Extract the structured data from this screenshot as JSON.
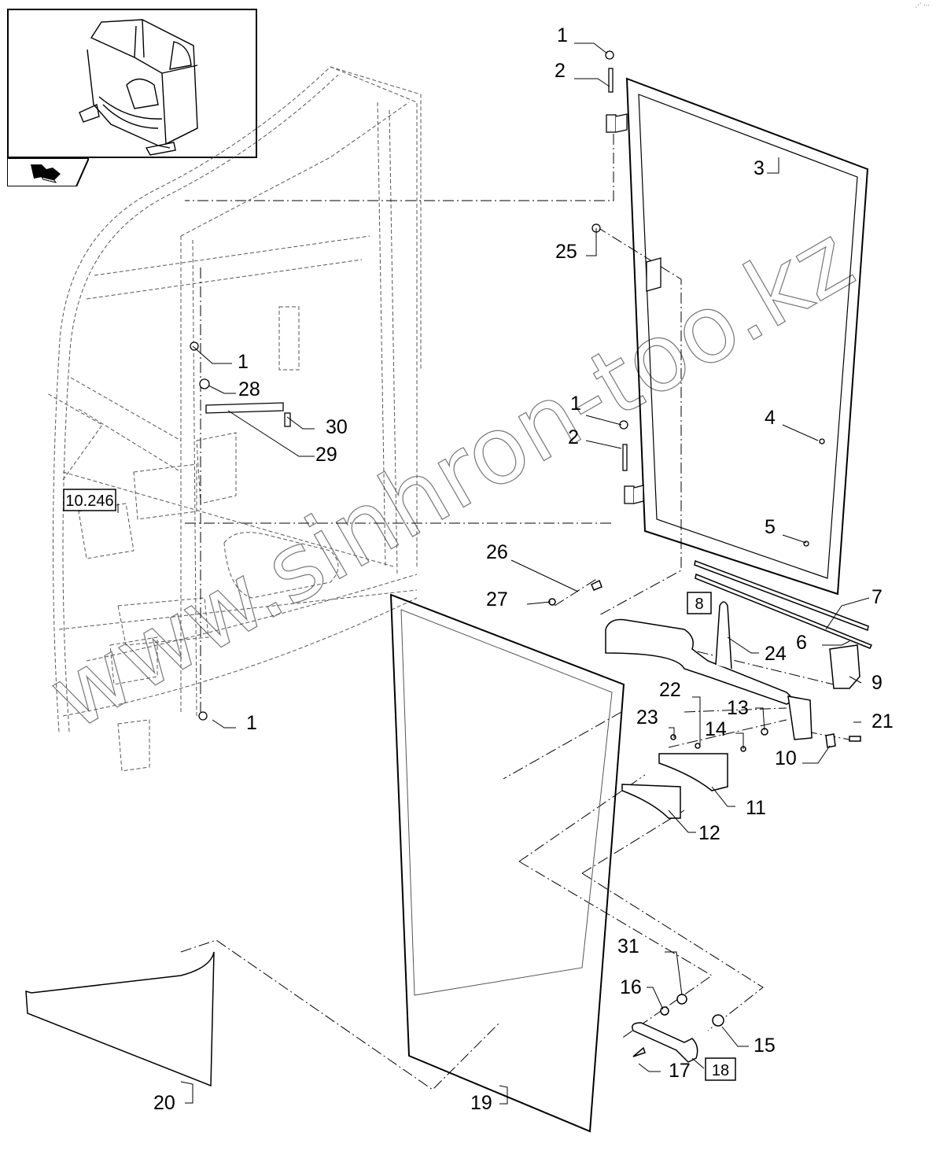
{
  "corner_mark": "⋰ ⋯",
  "thumbnail": {
    "alt": "cab-overview-thumbnail",
    "nav_icon": "back-arrow-icon"
  },
  "reference_box": {
    "label": "10.246"
  },
  "watermark": "www.sinhron-too.kz",
  "callouts": [
    {
      "id": "c1a",
      "text": "1"
    },
    {
      "id": "c2a",
      "text": "2"
    },
    {
      "id": "c3",
      "text": "3"
    },
    {
      "id": "c25",
      "text": "25"
    },
    {
      "id": "c1b",
      "text": "1"
    },
    {
      "id": "c28",
      "text": "28"
    },
    {
      "id": "c30",
      "text": "30"
    },
    {
      "id": "c29",
      "text": "29"
    },
    {
      "id": "c1c",
      "text": "1"
    },
    {
      "id": "c2b",
      "text": "2"
    },
    {
      "id": "c4",
      "text": "4"
    },
    {
      "id": "c5",
      "text": "5"
    },
    {
      "id": "c26",
      "text": "26"
    },
    {
      "id": "c27",
      "text": "27"
    },
    {
      "id": "c7",
      "text": "7"
    },
    {
      "id": "c6",
      "text": "6"
    },
    {
      "id": "c24",
      "text": "24"
    },
    {
      "id": "c9",
      "text": "9"
    },
    {
      "id": "c22",
      "text": "22"
    },
    {
      "id": "c23",
      "text": "23"
    },
    {
      "id": "c13",
      "text": "13"
    },
    {
      "id": "c14",
      "text": "14"
    },
    {
      "id": "c21",
      "text": "21"
    },
    {
      "id": "c10",
      "text": "10"
    },
    {
      "id": "c11",
      "text": "11"
    },
    {
      "id": "c12",
      "text": "12"
    },
    {
      "id": "c1d",
      "text": "1"
    },
    {
      "id": "c31",
      "text": "31"
    },
    {
      "id": "c16",
      "text": "16"
    },
    {
      "id": "c15",
      "text": "15"
    },
    {
      "id": "c17",
      "text": "17"
    },
    {
      "id": "c20",
      "text": "20"
    },
    {
      "id": "c19",
      "text": "19"
    }
  ],
  "boxed_callouts": [
    {
      "id": "b8",
      "text": "8"
    },
    {
      "id": "b18",
      "text": "18"
    }
  ]
}
